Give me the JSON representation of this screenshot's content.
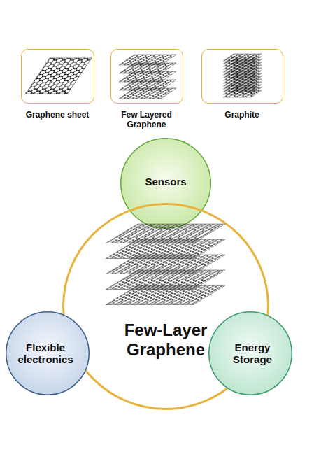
{
  "diagram": {
    "nodes": [
      {
        "text": [
          "Graphene sheet"
        ]
      },
      {
        "text": [
          "Few Layered Graphene"
        ]
      },
      {
        "text": [
          "Graphite"
        ]
      },
      {
        "text": [
          "Sensors"
        ]
      },
      {
        "text": [
          "Few-Layer Graphene"
        ]
      },
      {
        "text": [
          "Flexible electronics"
        ]
      },
      {
        "text": [
          "Energy Storage"
        ]
      }
    ]
  }
}
